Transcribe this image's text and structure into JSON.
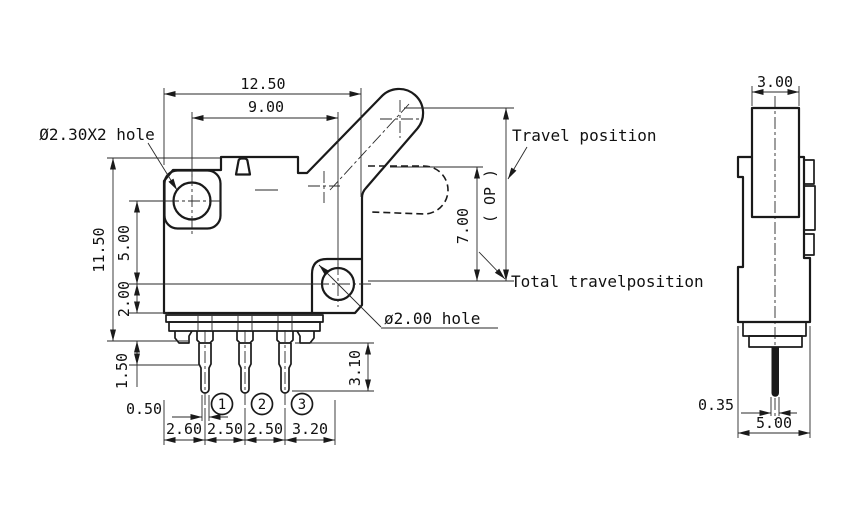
{
  "front_view": {
    "dims": {
      "total_width": "12.50",
      "hole_span": "9.00",
      "total_height": "11.50",
      "hole_vertical_span": "5.00",
      "hole_to_bottom": "2.00",
      "base_height": "1.50",
      "pin_width": "0.50",
      "pin_length": "3.10",
      "edge_to_pin1": "2.60",
      "pin1_to_pin2": "2.50",
      "pin2_to_pin3": "2.50",
      "pin3_to_edge": "3.20",
      "travel_height": "7.00"
    },
    "labels": {
      "top_hole": "Ø2.30X2 hole",
      "bottom_hole": "ø2.00 hole",
      "travel_position": "Travel position",
      "op": "( OP )",
      "total_travel": "Total travelposition"
    },
    "pin_numbers": [
      "1",
      "2",
      "3"
    ]
  },
  "side_view": {
    "dims": {
      "lever_width": "3.00",
      "pin_thickness": "0.35",
      "body_depth": "5.00"
    }
  },
  "colors": {
    "line": "#1a1a1a",
    "background": "#ffffff"
  }
}
